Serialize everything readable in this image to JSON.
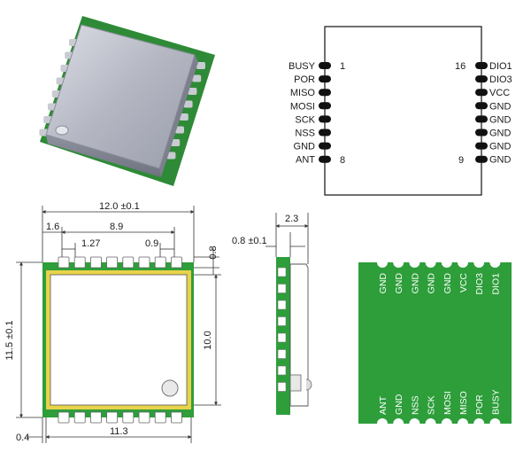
{
  "schematic": {
    "left_pins": [
      "BUSY",
      "POR",
      "MISO",
      "MOSI",
      "SCK",
      "NSS",
      "GND",
      "ANT"
    ],
    "right_pins": [
      "DIO1",
      "DIO3",
      "VCC",
      "GND",
      "GND",
      "GND",
      "GND",
      "GND"
    ],
    "left_first_number": "1",
    "left_last_number": "8",
    "right_first_number": "16",
    "right_last_number": "9"
  },
  "top_view_dims": {
    "width": "12.0 ±0.1",
    "offset": "1.6",
    "span": "8.9",
    "pitch": "1.27",
    "pad_width": "0.9",
    "pad_depth": "0.8",
    "height": "11.5 ±0.1",
    "inner_height": "10.0",
    "edge": "0.4",
    "inner_width": "11.3"
  },
  "side_view_dims": {
    "total": "2.3",
    "pcb": "0.8 ±0.1"
  },
  "bottom_view": {
    "top_labels": [
      "GND",
      "GND",
      "GND",
      "GND",
      "GND",
      "VCC",
      "DIO3",
      "DIO1"
    ],
    "bottom_labels": [
      "ANT",
      "GND",
      "NSS",
      "SCK",
      "MOSI",
      "MISO",
      "POR",
      "BUSY"
    ],
    "colors": {
      "pcb": "#2d9e3a",
      "pad": "#e8e8e8",
      "label": "#ffffff"
    }
  },
  "colors": {
    "shield": "#b9bcc6",
    "pcb_green": "#2d9e3a",
    "pad_gold": "#e8d24a"
  }
}
